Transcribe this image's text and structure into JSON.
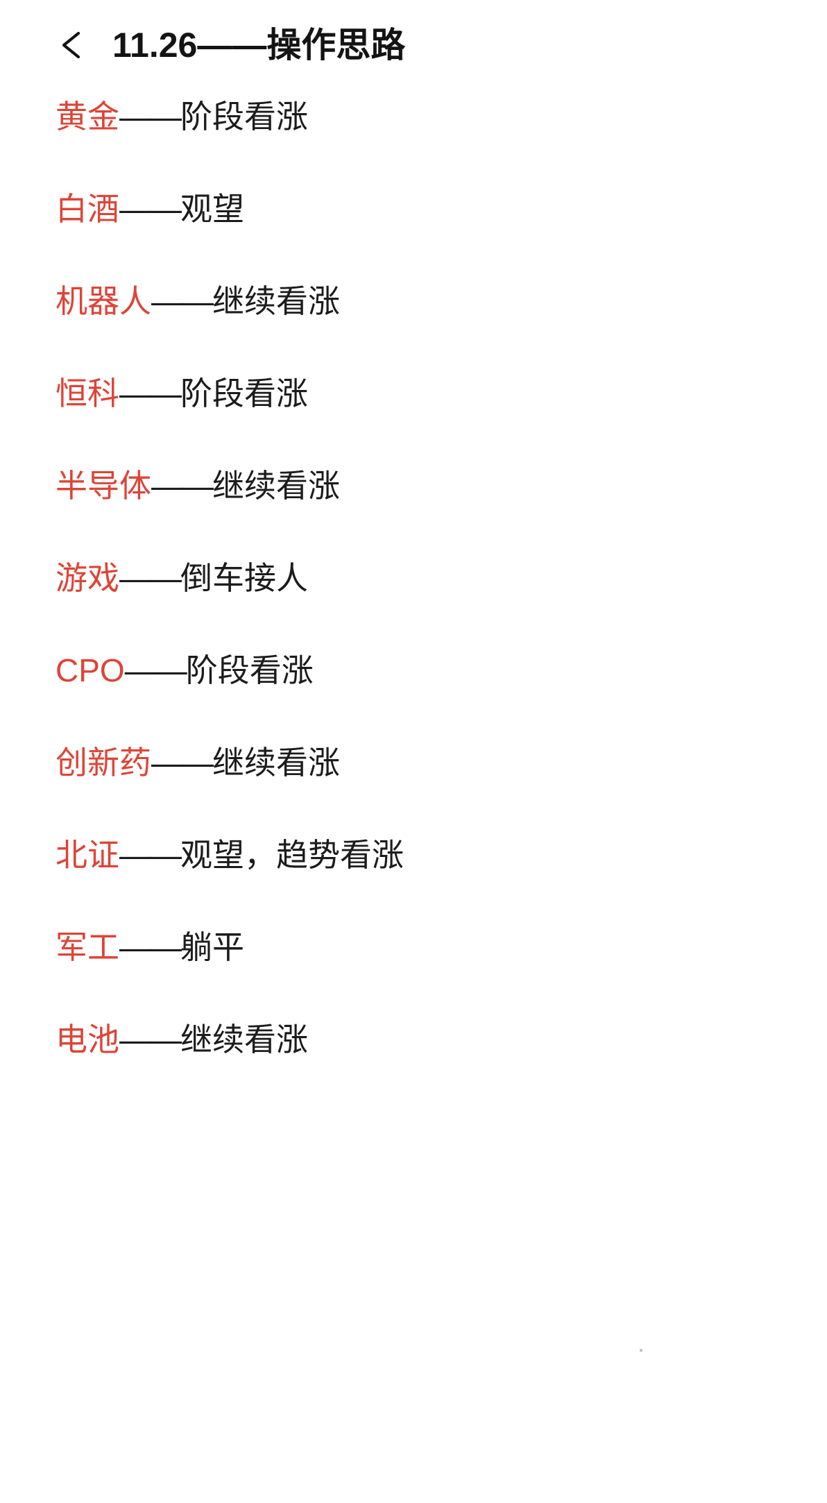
{
  "header": {
    "back_icon": "back-arrow-icon",
    "title": "11.26——操作思路"
  },
  "theme": {
    "sector_color": "#dd4437",
    "text_color": "#1c1c1c",
    "background": "#ffffff"
  },
  "article": {
    "separator": "——",
    "entries": [
      {
        "sector": "黄金",
        "note": "阶段看涨"
      },
      {
        "sector": "白酒",
        "note": "观望"
      },
      {
        "sector": "机器人",
        "note": "继续看涨"
      },
      {
        "sector": "恒科",
        "note": "阶段看涨"
      },
      {
        "sector": "半导体",
        "note": "继续看涨"
      },
      {
        "sector": "游戏",
        "note": "倒车接人"
      },
      {
        "sector": "CPO",
        "note": "阶段看涨"
      },
      {
        "sector": "创新药",
        "note": "继续看涨"
      },
      {
        "sector": "北证",
        "note": "观望，趋势看涨"
      },
      {
        "sector": "军工",
        "note": "躺平"
      },
      {
        "sector": "电池",
        "note": "继续看涨"
      }
    ]
  }
}
